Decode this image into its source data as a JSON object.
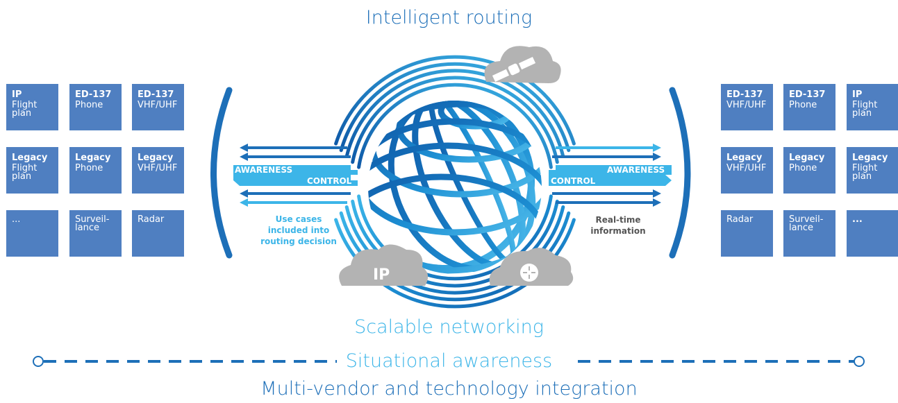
{
  "header": {
    "title": "Intelligent routing"
  },
  "left_grid": [
    {
      "t1": "IP",
      "t2": "Flight\nplan"
    },
    {
      "t1": "ED-137",
      "t2": "Phone"
    },
    {
      "t1": "ED-137",
      "t2": "VHF/UHF"
    },
    {
      "t1": "Legacy",
      "t2": "Flight\nplan"
    },
    {
      "t1": "Legacy",
      "t2": "Phone"
    },
    {
      "t1": "Legacy",
      "t2": "VHF/UHF"
    },
    {
      "t1": "",
      "t2": "..."
    },
    {
      "t1": "",
      "t2": "Surveil-\nlance"
    },
    {
      "t1": "",
      "t2": "Radar"
    }
  ],
  "right_grid": [
    {
      "t1": "ED-137",
      "t2": "VHF/UHF"
    },
    {
      "t1": "ED-137",
      "t2": "Phone"
    },
    {
      "t1": "IP",
      "t2": "Flight\nplan"
    },
    {
      "t1": "Legacy",
      "t2": "VHF/UHF"
    },
    {
      "t1": "Legacy",
      "t2": "Phone"
    },
    {
      "t1": "Legacy",
      "t2": "Flight\nplan"
    },
    {
      "t1": "",
      "t2": "Radar"
    },
    {
      "t1": "",
      "t2": "Surveil-\nlance"
    },
    {
      "t1": "",
      "t2": "..."
    }
  ],
  "arrows": {
    "awareness": "AWARENESS",
    "control": "CONTROL"
  },
  "notes": {
    "left": "Use cases\nincluded into\nrouting decision",
    "right": "Real-time\ninformation"
  },
  "clouds": {
    "ip": "IP"
  },
  "footer": {
    "line1": "Scalable networking",
    "line2": "Situational awareness",
    "line3": "Multi-vendor and technology integration"
  },
  "colors": {
    "tile": "#4f7fc1",
    "dark_blue": "#1d6fb8",
    "light_blue": "#3cb5e8",
    "cloud": "#b3b3b3"
  }
}
